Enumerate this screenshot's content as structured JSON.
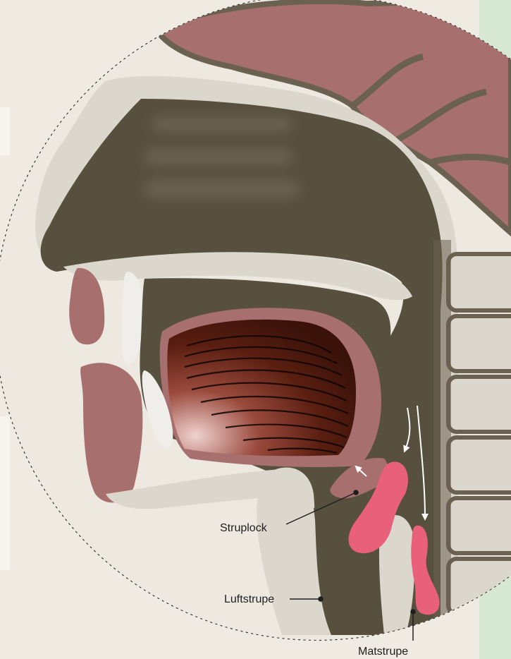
{
  "labels": {
    "epiglottis": "Struplock",
    "trachea": "Luftstrupe",
    "esophagus": "Matstrupe"
  },
  "colors": {
    "background": "#efebe3",
    "side_panel": "#d6e8d1",
    "cavity_dark": "#57503f",
    "muscle": "#a86f6f",
    "bone": "#dcd7cc",
    "food_bolus": "#e8607a",
    "tongue_light": "#f0d2cf",
    "tongue_dark": "#4e1a0e"
  }
}
